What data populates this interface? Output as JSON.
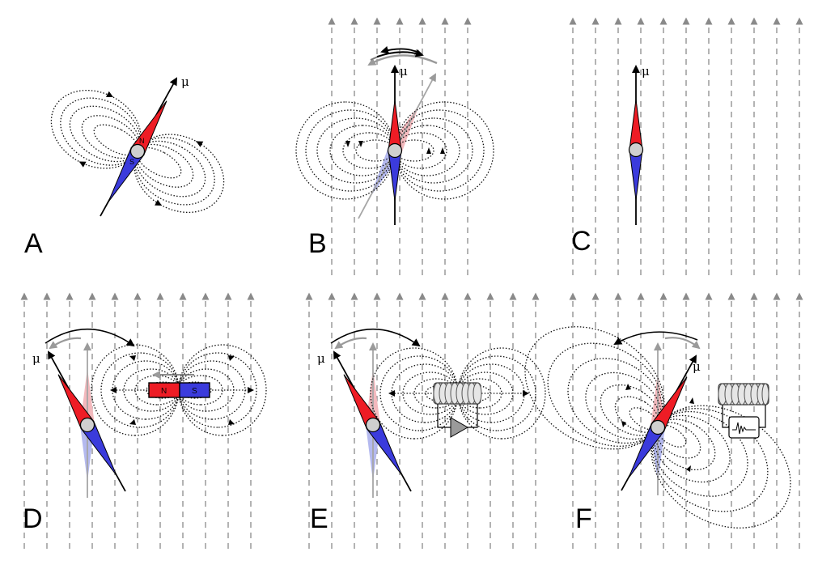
{
  "panels": [
    {
      "label": "A"
    },
    {
      "label": "B"
    },
    {
      "label": "C"
    },
    {
      "label": "D"
    },
    {
      "label": "E"
    },
    {
      "label": "F"
    }
  ],
  "moment_symbol": "μ",
  "needle_poles": {
    "north": "N",
    "south": "S"
  },
  "bar_magnet_poles": {
    "north": "N",
    "south": "S"
  },
  "colors": {
    "north": "#ee1c25",
    "south": "#3b3bdc",
    "north_faded": "#f3b9bd",
    "south_faded": "#b4b9ef",
    "field": "#8a8a8a",
    "pivot": "#cfcfcf"
  }
}
